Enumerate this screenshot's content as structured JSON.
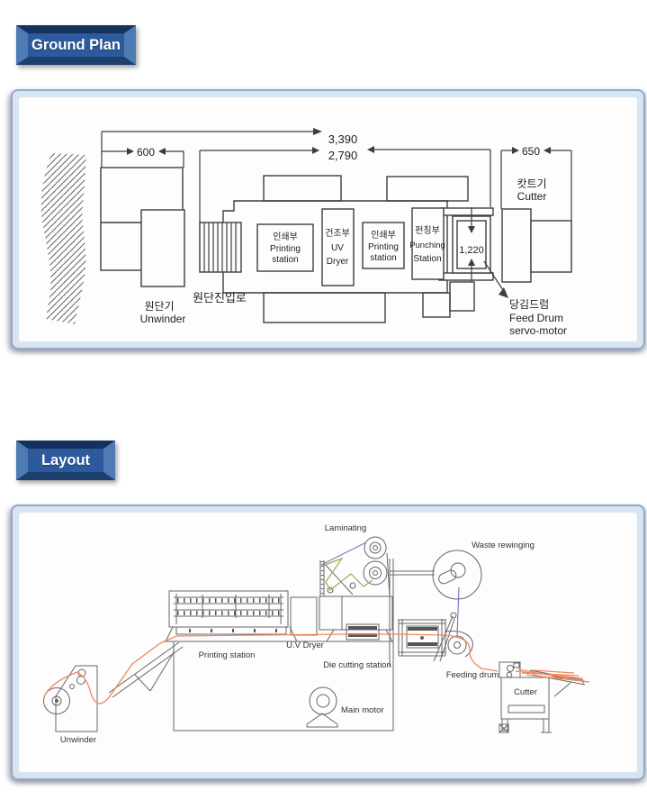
{
  "buttons": {
    "ground_plan": "Ground Plan",
    "layout": "Layout"
  },
  "colors": {
    "button_face": "#2c5a9c",
    "button_dark": "#14325c",
    "button_light": "#4e7bb4",
    "frame_border": "#93a9c4",
    "frame_band": "#d7e5f3",
    "plan_line": "#3d3d3d",
    "sketch_line": "#666666",
    "web_orange": "#ee8a5f",
    "web_purple": "#8577c6",
    "web_green": "#8cb14c"
  },
  "ground_plan": {
    "dims": {
      "overall": "3,390",
      "machine": "2,790",
      "unwinder": "600",
      "cutter": "650",
      "feed_drum": "1,220"
    },
    "unwinder": {
      "ko": "원단기",
      "en": "Unwinder"
    },
    "web_entry": {
      "ko": "원단진입로"
    },
    "cutter": {
      "ko": "캇트기",
      "en": "Cutter"
    },
    "feed_drum": {
      "ko": "당김드럼",
      "en_line1": "Feed Drum",
      "en_line2": "servo-motor"
    },
    "stations": [
      {
        "ko": "인쇄부",
        "en1": "Printing",
        "en2": "station"
      },
      {
        "ko": "건조부",
        "en1": "UV",
        "en2": "Dryer"
      },
      {
        "ko": "인쇄부",
        "en1": "Printing",
        "en2": "station"
      },
      {
        "ko": "펀칭부",
        "en1": "Punching",
        "en2": "Station"
      }
    ]
  },
  "layout_diagram": {
    "labels": {
      "laminating": "Laminating",
      "waste_rewinding": "Waste rewinging",
      "printing_station": "Printing station",
      "uv_dryer": "U.V Dryer",
      "die_cutting_station": "Die cutting station",
      "main_motor": "Main motor",
      "feeding_drum": "Feeding drum",
      "cutter": "Cutter",
      "unwinder": "Unwinder"
    }
  }
}
